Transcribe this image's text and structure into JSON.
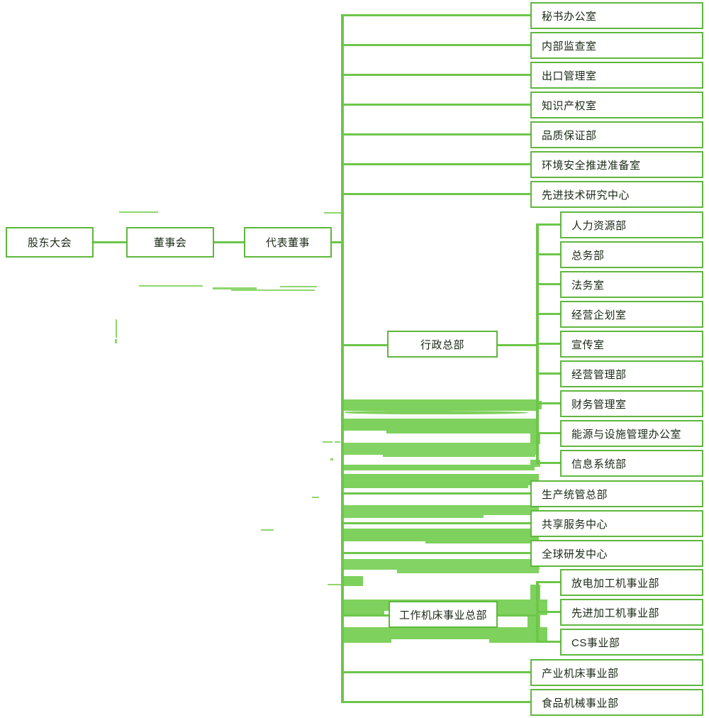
{
  "chart_data": {
    "type": "diagram",
    "title": "",
    "diagram_kind": "organization-chart",
    "orientation": "left-to-right",
    "accent_color": "#6dc64a",
    "border_color": "#5fb73d",
    "text_color": "#1a2a16",
    "background": "#ffffff"
  },
  "top_chain": {
    "shareholders_meeting": "股东大会",
    "board_of_directors": "董事会",
    "representative_director": "代表董事"
  },
  "direct_units": [
    {
      "label": "秘书办公室"
    },
    {
      "label": "内部监查室"
    },
    {
      "label": "出口管理室"
    },
    {
      "label": "知识产权室"
    },
    {
      "label": "品质保证部"
    },
    {
      "label": "环境安全推进准备室"
    },
    {
      "label": "先进技术研究中心"
    }
  ],
  "admin_hq": {
    "label": "行政总部",
    "children": [
      {
        "label": "人力资源部"
      },
      {
        "label": "总务部"
      },
      {
        "label": "法务室"
      },
      {
        "label": "经营企划室"
      },
      {
        "label": "宣传室"
      },
      {
        "label": "经营管理部"
      },
      {
        "label": "财务管理室"
      },
      {
        "label": "能源与设施管理办公室"
      },
      {
        "label": "信息系统部"
      }
    ]
  },
  "mid_units": [
    {
      "label": "生产统管总部"
    },
    {
      "label": "共享服务中心"
    },
    {
      "label": "全球研发中心"
    }
  ],
  "machine_tool_hq": {
    "label": "工作机床事业总部",
    "children": [
      {
        "label": "放电加工机事业部"
      },
      {
        "label": "先进加工机事业部"
      },
      {
        "label": "CS事业部"
      }
    ]
  },
  "bottom_units": [
    {
      "label": "产业机床事业部"
    },
    {
      "label": "食品机械事业部"
    }
  ]
}
